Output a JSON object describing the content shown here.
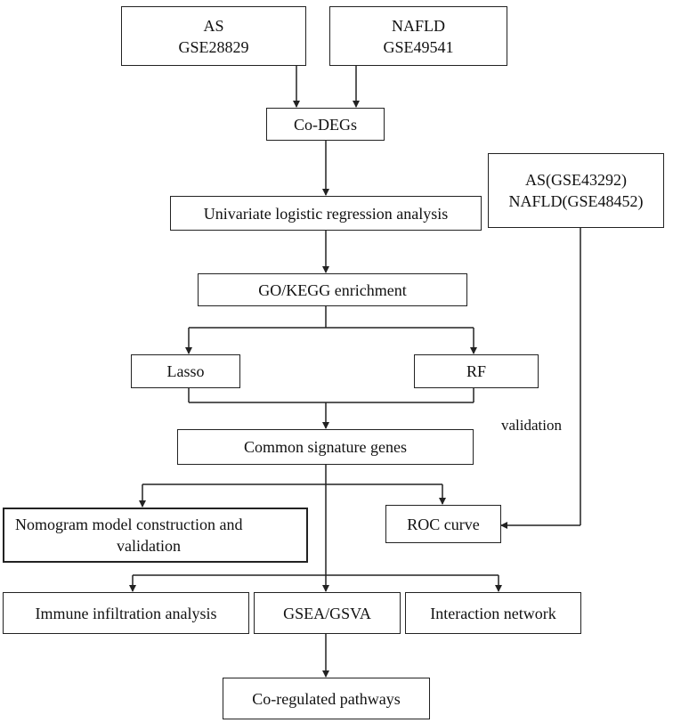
{
  "nodes": {
    "as": {
      "line1": "AS",
      "line2": "GSE28829"
    },
    "nafld": {
      "line1": "NAFLD",
      "line2": "GSE49541"
    },
    "co_degs": "Co-DEGs",
    "validation_sets": {
      "line1": "AS(GSE43292)",
      "line2": "NAFLD(GSE48452)"
    },
    "univariate": "Univariate logistic regression analysis",
    "go_kegg": "GO/KEGG enrichment",
    "lasso": "Lasso",
    "rf": "RF",
    "common_genes": "Common signature genes",
    "nomogram": {
      "line1": "Nomogram model construction and",
      "line2": "validation"
    },
    "roc": "ROC curve",
    "immune": "Immune infiltration analysis",
    "gsea_gsva": "GSEA/GSVA",
    "interaction": "Interaction network",
    "co_pathways": "Co-regulated pathways"
  },
  "edge_labels": {
    "validation": "validation"
  },
  "colors": {
    "stroke": "#222222",
    "background": "#ffffff"
  }
}
